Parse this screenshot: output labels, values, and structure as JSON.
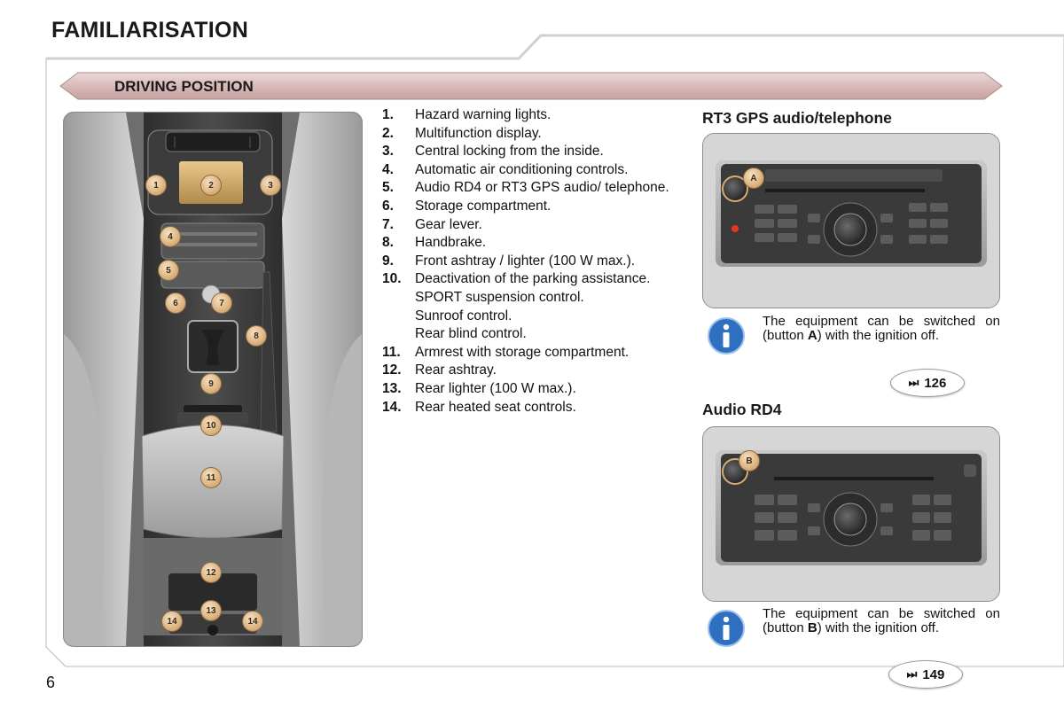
{
  "page": {
    "title": "FAMILIARISATION",
    "section_title": "DRIVING POSITION",
    "page_number": "6"
  },
  "callouts": [
    "1",
    "2",
    "3",
    "4",
    "5",
    "6",
    "7",
    "8",
    "9",
    "10",
    "11",
    "12",
    "13",
    "14",
    "14"
  ],
  "legend": [
    {
      "num": "1.",
      "text": "Hazard warning lights."
    },
    {
      "num": "2.",
      "text": "Multifunction display."
    },
    {
      "num": "3.",
      "text": "Central locking from the inside."
    },
    {
      "num": "4.",
      "text": "Automatic air conditioning controls."
    },
    {
      "num": "5.",
      "text": "Audio RD4 or RT3 GPS audio/ telephone."
    },
    {
      "num": "6.",
      "text": "Storage compartment."
    },
    {
      "num": "7.",
      "text": "Gear lever."
    },
    {
      "num": "8.",
      "text": "Handbrake."
    },
    {
      "num": "9.",
      "text": "Front ashtray / lighter (100 W max.)."
    },
    {
      "num": "10.",
      "text": "Deactivation of the parking assistance."
    },
    {
      "num": "",
      "text": "SPORT suspension control."
    },
    {
      "num": "",
      "text": "Sunroof control."
    },
    {
      "num": "",
      "text": "Rear blind control."
    },
    {
      "num": "11.",
      "text": "Armrest with storage compartment."
    },
    {
      "num": "12.",
      "text": "Rear ashtray."
    },
    {
      "num": "13.",
      "text": "Rear lighter (100 W max.)."
    },
    {
      "num": "14.",
      "text": "Rear heated seat controls."
    }
  ],
  "rt3": {
    "heading": "RT3 GPS audio/telephone",
    "button_label": "A",
    "note_before": "The equipment can be switched on (button ",
    "note_button": "A",
    "note_after": ") with the ignition off.",
    "page_ref": "126"
  },
  "rd4": {
    "heading": "Audio RD4",
    "button_label": "B",
    "note_before": "The equipment can be switched on (button ",
    "note_button": "B",
    "note_after": ") with the ignition off.",
    "page_ref": "149"
  },
  "icons": {
    "info": "info-icon",
    "page_arrow": "skip-forward-icon",
    "page_arrow_glyph": "⏭"
  },
  "colors": {
    "banner": "#d9b9b9",
    "callout": "#d7ab74",
    "info_blue": "#2f6fbf"
  }
}
